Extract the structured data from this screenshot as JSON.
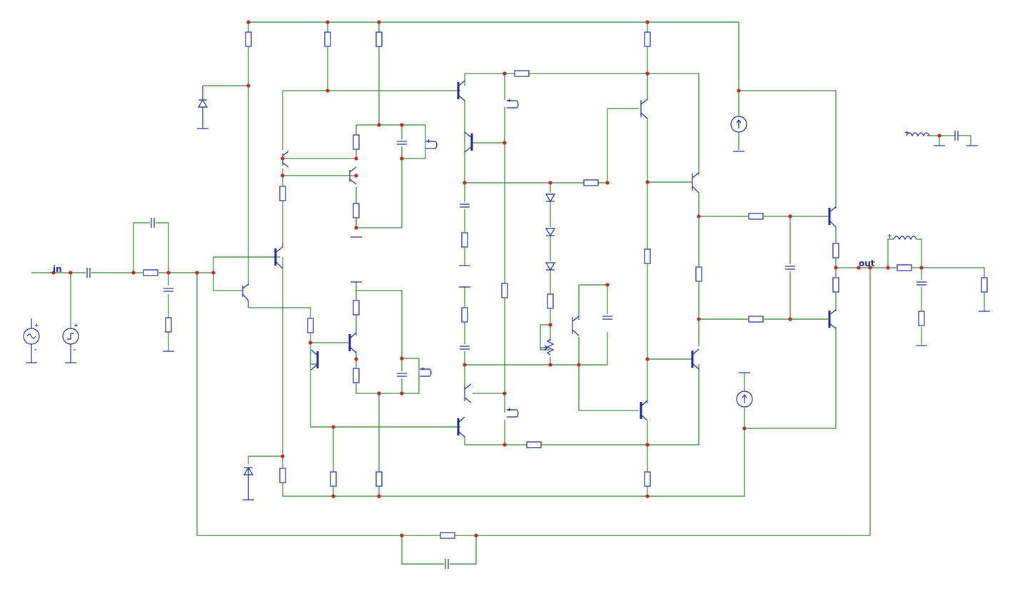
{
  "diagram": {
    "type": "electronic-schematic",
    "labels": {
      "input": "in",
      "output": "out",
      "plus": "+",
      "minus": "-"
    },
    "colors": {
      "wire": "#2e8b2e",
      "component": "#1a2a9a",
      "node": "#d42020",
      "background": "#ffffff"
    },
    "component_types": [
      "resistor",
      "capacitor",
      "npn-transistor",
      "pnp-transistor",
      "diode",
      "inductor",
      "current-source",
      "voltage-source",
      "ground",
      "potentiometer",
      "probe"
    ]
  }
}
